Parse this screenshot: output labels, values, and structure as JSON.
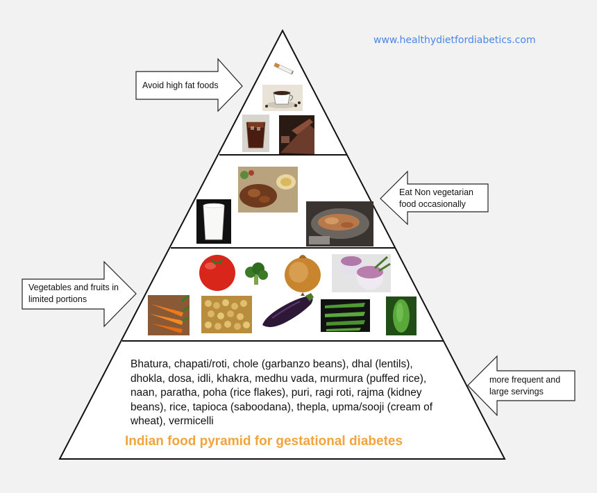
{
  "website": "www.healthydietfordiabetics.com",
  "caption": "Indian food pyramid for gestational diabetes",
  "arrows": {
    "avoid_fat": "Avoid high fat foods",
    "non_veg": "Eat Non vegetarian food occasionally",
    "veg_fruits": "Vegetables and fruits in limited portions",
    "frequent": "more frequent and large servings"
  },
  "grains_text": "Bhatura, chapati/roti, chole (garbanzo beans), dhal (lentils), dhokla, dosa, idli, khakra, medhu vada, murmura (puffed rice), naan, paratha, poha (rice flakes), puri, ragi roti, rajma (kidney beans), rice, tapioca (saboodana), thepla, upma/sooji (cream of wheat), vermicelli",
  "icons": {
    "top": [
      "cigarette-icon",
      "coffee-cup-icon",
      "cola-glass-icon",
      "chocolate-icon"
    ],
    "protein": [
      "milk-glass-icon",
      "meat-curry-icon",
      "grilled-fish-icon"
    ],
    "vegetables": [
      "tomato-icon",
      "broccoli-icon",
      "onion-icon",
      "turnip-icon",
      "carrots-icon",
      "chickpeas-icon",
      "eggplant-icon",
      "okra-icon",
      "bitter-gourd-icon"
    ]
  },
  "colors": {
    "url": "#4a86e8",
    "caption": "#f2a43a",
    "outline": "#111111"
  }
}
